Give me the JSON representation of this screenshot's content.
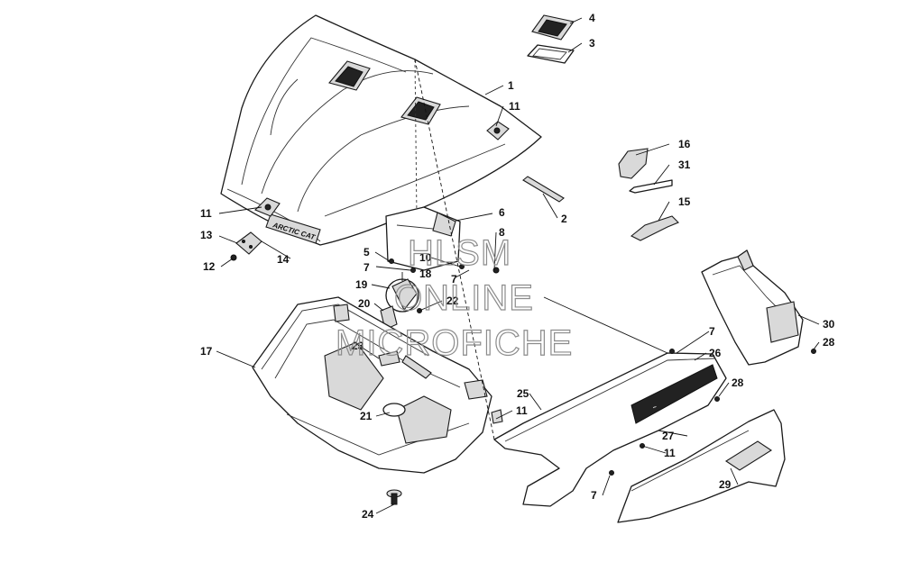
{
  "diagram": {
    "watermark": {
      "line1": "HLSM",
      "line2": "ONLINE",
      "line3": "MICROFICHE"
    },
    "hood_logo": "ARCTIC CAT",
    "callouts": [
      "4",
      "3",
      "1",
      "11",
      "16",
      "31",
      "2",
      "15",
      "6",
      "8",
      "11",
      "13",
      "14",
      "12",
      "5",
      "10",
      "7",
      "18",
      "19",
      "20",
      "22",
      "7",
      "17",
      "23",
      "7",
      "26",
      "30",
      "28",
      "28",
      "25",
      "21",
      "11",
      "27",
      "11",
      "7",
      "29",
      "24"
    ]
  }
}
